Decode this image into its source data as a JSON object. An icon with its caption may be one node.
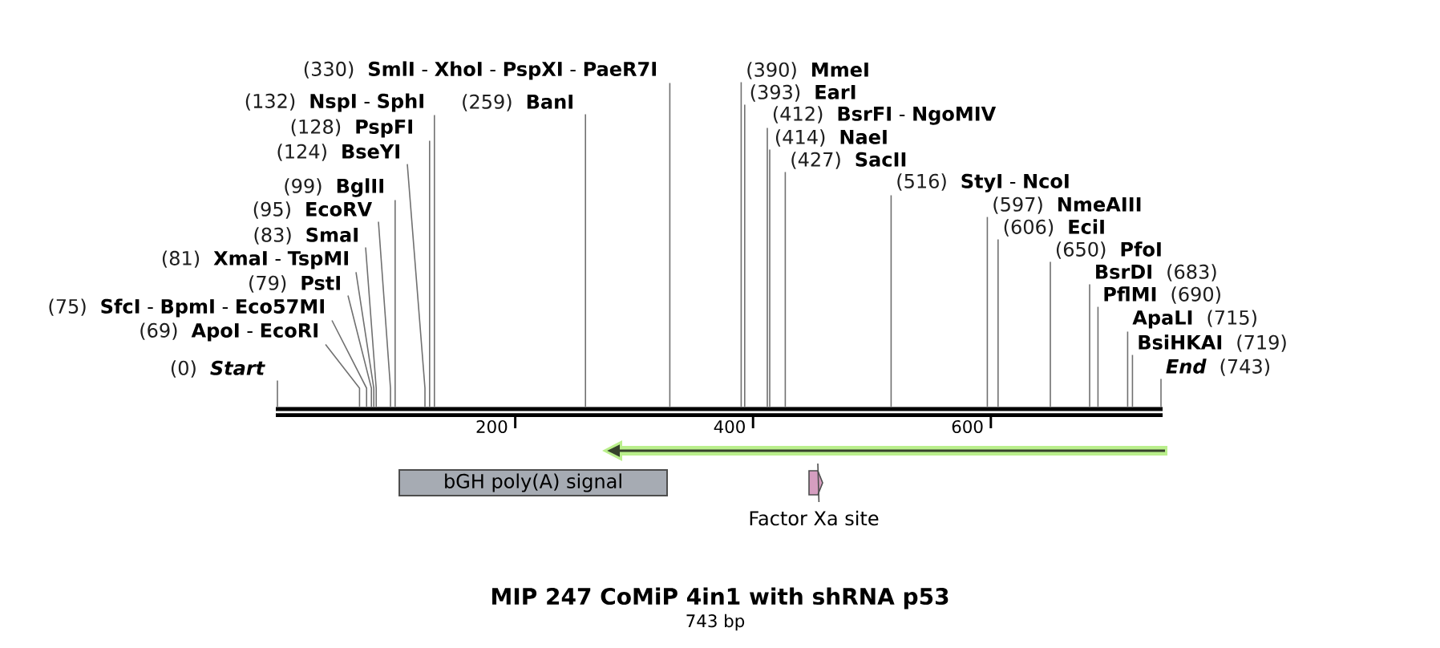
{
  "diagram": {
    "title": "MIP 247 CoMiP 4in1 with shRNA p53",
    "nodes": [
      {
        "text": [
          "(330)",
          "**SmlI** - **XhoI** - **PspXI** - **PaeR7I**"
        ]
      },
      {
        "text": [
          "(132)",
          "**NspI** - **SphI**"
        ]
      },
      {
        "text": [
          "(259)",
          "BanI"
        ]
      },
      {
        "text": [
          "(128)",
          "PspFI"
        ]
      },
      {
        "text": [
          "(124)",
          "BseYI"
        ]
      },
      {
        "text": [
          "(99)",
          "BglII"
        ]
      },
      {
        "text": [
          "(95)",
          "EcoRV"
        ]
      },
      {
        "text": [
          "(83)",
          "SmaI"
        ]
      },
      {
        "text": [
          "(516)",
          "**StyI** - **NcoI**"
        ]
      },
      {
        "text": [
          "BsrDI",
          "(683)"
        ]
      },
      {
        "text": [
          "(81)",
          "**XmaI** - **TspMI**"
        ]
      },
      {
        "text": [
          "(427)",
          "SacII"
        ]
      },
      {
        "text": [
          "PflMI",
          "(690)"
        ]
      },
      {
        "text": [
          "(79)",
          "PstI"
        ]
      },
      {
        "text": [
          "(414)",
          "NaeI"
        ]
      },
      {
        "text": [
          "(75)",
          "**SfcI** - **BpmI** - **Eco57MI**"
        ]
      },
      {
        "text": [
          "(650)",
          "PfoI"
        ]
      },
      {
        "text": [
          "ApaLI",
          "(715)"
        ]
      },
      {
        "text": [
          "(412)",
          "**BsrFI** - **NgoMIV**"
        ]
      },
      {
        "text": [
          "(69)",
          "**ApoI** - **EcoRI**"
        ]
      },
      {
        "text": [
          "BsiHKAI",
          "(719)"
        ]
      },
      {
        "text": [
          "(393)",
          "EarI"
        ]
      },
      {
        "text": [
          "(606)",
          "EciI"
        ]
      },
      {
        "text": [
          "(0)",
          "Start"
        ]
      },
      {
        "text": [
          "(390)",
          "MmeI"
        ]
      },
      {
        "text": [
          "(597)",
          "NmeAIII"
        ]
      },
      {
        "text": [
          "End",
          "(743)"
        ]
      },
      {
        "text": [],
        "shape": "bar"
      },
      {
        "text": [],
        "shape": "arrow"
      },
      {
        "text": [
          "bGH poly(A) signal"
        ]
      },
      {
        "text": [],
        "shape": "pentagon",
        "beside": [
          "Factor Xa site"
        ]
      }
    ],
    "edges": [
      {
        "from": 0,
        "to": 27,
        "arrow": "none"
      },
      {
        "from": 1,
        "to": 27,
        "arrow": "none"
      },
      {
        "from": 2,
        "to": 27,
        "arrow": "none"
      },
      {
        "from": 3,
        "to": 27,
        "arrow": "none"
      },
      {
        "from": 4,
        "to": 27,
        "arrow": "none"
      },
      {
        "from": 5,
        "to": 27,
        "arrow": "none"
      },
      {
        "from": 6,
        "to": 27,
        "arrow": "none"
      },
      {
        "from": 7,
        "to": 27,
        "arrow": "none"
      },
      {
        "from": 8,
        "to": 27,
        "arrow": "none"
      },
      {
        "from": 9,
        "to": 27,
        "arrow": "none"
      },
      {
        "from": 10,
        "to": 27,
        "arrow": "none"
      },
      {
        "from": 11,
        "to": 27,
        "arrow": "none"
      },
      {
        "from": 12,
        "to": 27,
        "arrow": "none"
      },
      {
        "from": 13,
        "to": 27,
        "arrow": "none"
      },
      {
        "from": 14,
        "to": 27,
        "arrow": "none"
      },
      {
        "from": 15,
        "to": 27,
        "arrow": "none"
      },
      {
        "from": 16,
        "to": 27,
        "arrow": "none"
      },
      {
        "from": 17,
        "to": 27,
        "arrow": "none"
      },
      {
        "from": 18,
        "to": 27,
        "arrow": "none"
      },
      {
        "from": 19,
        "to": 27,
        "arrow": "none"
      },
      {
        "from": 20,
        "to": 27,
        "arrow": "none"
      },
      {
        "from": 21,
        "to": 27,
        "arrow": "none"
      },
      {
        "from": 22,
        "to": 27,
        "arrow": "none"
      },
      {
        "from": 23,
        "to": 27,
        "arrow": "none"
      },
      {
        "from": 24,
        "to": 27,
        "arrow": "none"
      },
      {
        "from": 25,
        "to": 27,
        "arrow": "none"
      },
      {
        "from": 26,
        "to": 27,
        "arrow": "none"
      }
    ],
    "labels": [
      "200",
      "400",
      "600",
      "743 bp"
    ]
  }
}
